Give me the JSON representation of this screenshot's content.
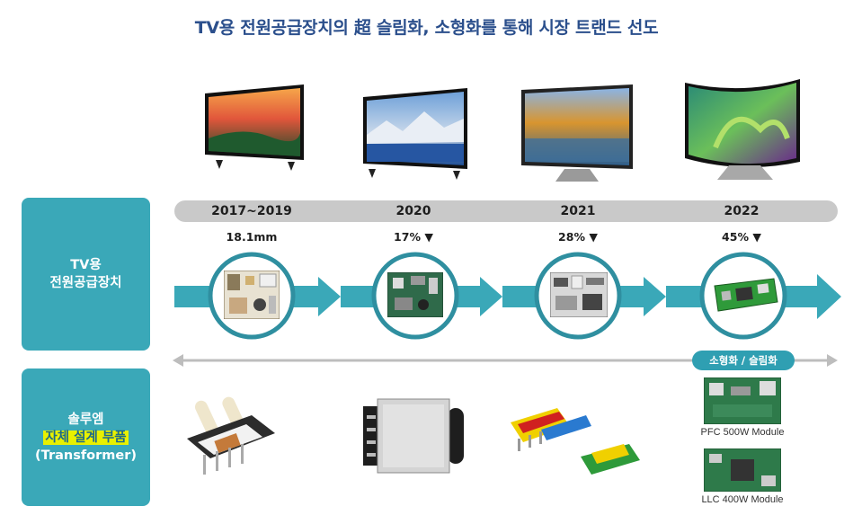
{
  "title": "TV용 전원공급장치의 超 슬림화, 소형화를 통해 시장 트랜드 선도",
  "side": {
    "top": {
      "line1": "TV용",
      "line2": "전원공급장치"
    },
    "bottom": {
      "line1": "솔루엠",
      "line2": "자체 설계 부품",
      "line3": "(Transformer)"
    }
  },
  "timeline": [
    {
      "year": "2017~2019",
      "pct": "18.1mm",
      "down": false
    },
    {
      "year": "2020",
      "pct": "17%",
      "down": true
    },
    {
      "year": "2021",
      "pct": "28%",
      "down": true
    },
    {
      "year": "2022",
      "pct": "45%",
      "down": true
    }
  ],
  "badge": "소형화 / 슬림화",
  "modules": [
    {
      "caption": "PFC 500W Module"
    },
    {
      "caption": "LLC 400W Module"
    }
  ],
  "colors": {
    "teal": "#3aa8b8",
    "title": "#2b4f8c",
    "highlight": "#e8f000"
  }
}
